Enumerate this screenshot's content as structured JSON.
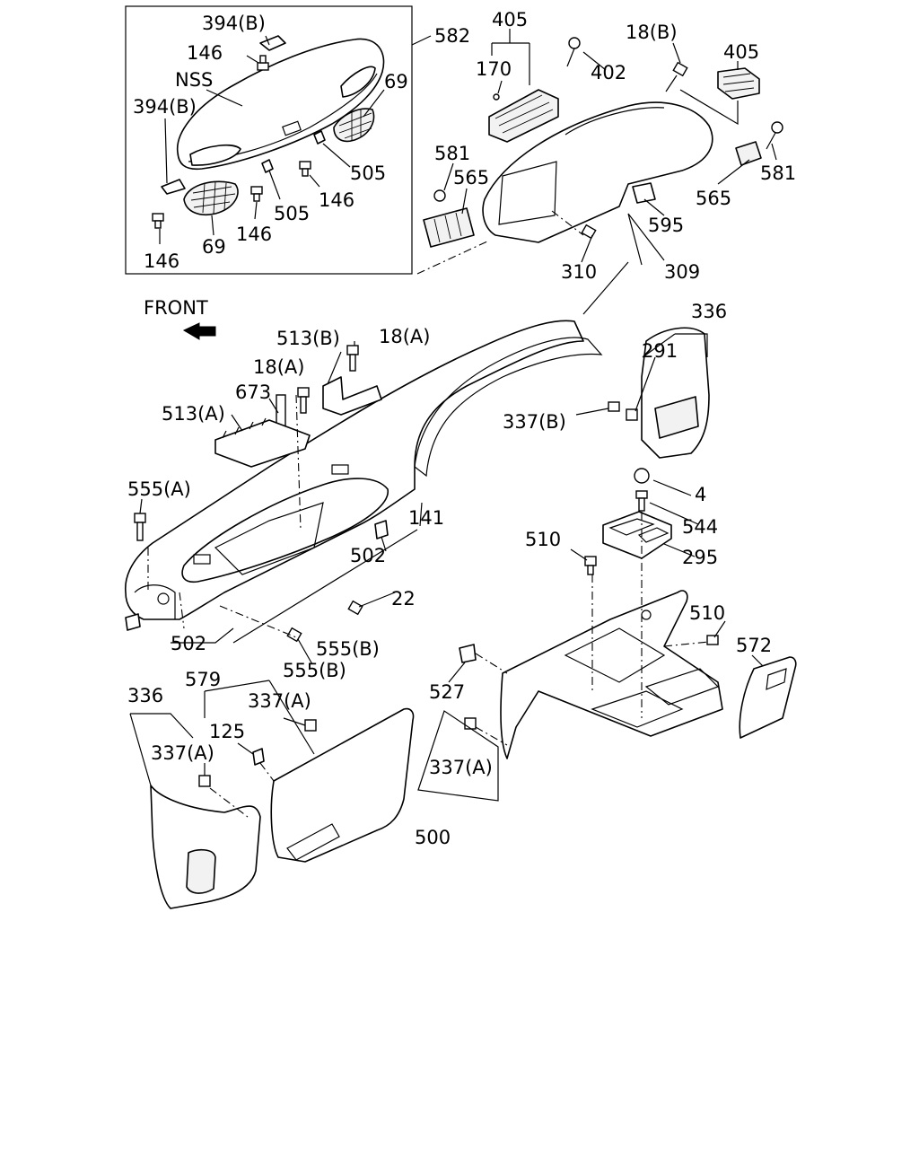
{
  "direction_label": "FRONT",
  "inset": {
    "note": "NSS"
  },
  "labels": {
    "l394b_top": "394(B)",
    "l146_top": "146",
    "l394b_left": "394(B)",
    "l69_right": "69",
    "l505_right": "505",
    "l146_mid": "146",
    "l505_mid": "505",
    "l146_b1": "146",
    "l69_bottom": "69",
    "l146_b2": "146",
    "l582": "582",
    "l405_top": "405",
    "l170": "170",
    "l402": "402",
    "l18b": "18(B)",
    "l405_right": "405",
    "l581_left": "581",
    "l565_left": "565",
    "l581_right": "581",
    "l565_right": "565",
    "l595": "595",
    "l310": "310",
    "l309": "309",
    "l336_top": "336",
    "l291": "291",
    "l337b": "337(B)",
    "l513b": "513(B)",
    "l18a_1": "18(A)",
    "l18a_2": "18(A)",
    "l673": "673",
    "l513a": "513(A)",
    "l555a": "555(A)",
    "l141": "141",
    "l502_top": "502",
    "l22": "22",
    "l502_left": "502",
    "l555b_1": "555(B)",
    "l555b_2": "555(B)",
    "l4": "4",
    "l544": "544",
    "l510_top": "510",
    "l295": "295",
    "l510_right": "510",
    "l572": "572",
    "l527": "527",
    "l337a_mid": "337(A)",
    "l500": "500",
    "l336_bottom": "336",
    "l579": "579",
    "l337a_top": "337(A)",
    "l125": "125",
    "l337a_left": "337(A)"
  }
}
